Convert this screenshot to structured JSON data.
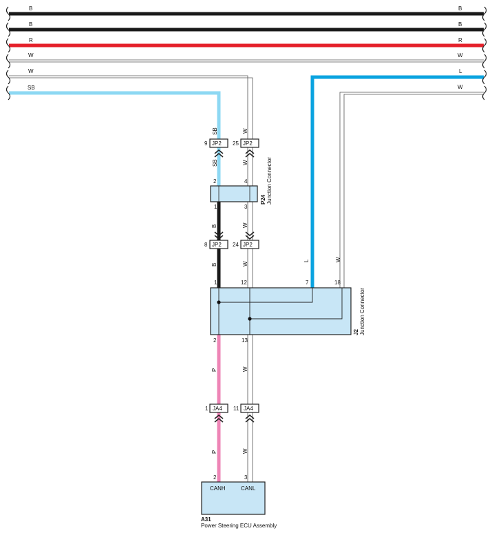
{
  "colors": {
    "B": "#1a1a1a",
    "R": "#e5202a",
    "W": "#ffffff",
    "SB": "#8dd8f3",
    "L": "#0aa3e0",
    "P": "#ee85b6",
    "box_fill": "#c8e6f6",
    "outline": "#222222"
  },
  "top_wires": [
    {
      "left_label": "B",
      "right_label": "B",
      "color": "B"
    },
    {
      "left_label": "B",
      "right_label": "B",
      "color": "B"
    },
    {
      "left_label": "R",
      "right_label": "R",
      "color": "R"
    },
    {
      "left_label": "W",
      "right_label": "W",
      "color": "W"
    },
    {
      "left_label": "W",
      "right_label": "L",
      "color": "W"
    },
    {
      "left_label": "SB",
      "right_label": "W",
      "color": "SB"
    }
  ],
  "wire_labels": {
    "sb_above_jp2": "SB",
    "w_above_jp2": "W",
    "sb_below_jp2": "SB",
    "w_below_jp2": "W",
    "b_above_jp2_lower": "B",
    "w_above_jp2_lower": "W",
    "b_below_jp2_lower": "B",
    "w_below_jp2_lower": "W",
    "l_to_j2": "L",
    "w_to_j2": "W",
    "p_above_ja4": "P",
    "w_above_ja4": "W",
    "p_below_ja4": "P",
    "w_below_ja4": "W"
  },
  "inline_connectors": {
    "jp2_upper_left": {
      "pin": "9",
      "name": "JP2"
    },
    "jp2_upper_right": {
      "pin": "25",
      "name": "JP2"
    },
    "jp2_lower_left": {
      "pin": "8",
      "name": "JP2"
    },
    "jp2_lower_right": {
      "pin": "24",
      "name": "JP2"
    },
    "ja4_left": {
      "pin": "1",
      "name": "JA4"
    },
    "ja4_right": {
      "pin": "11",
      "name": "JA4"
    }
  },
  "p24": {
    "code": "P24",
    "name": "Junction Connector",
    "pins": {
      "top_left": "2",
      "top_right": "4",
      "bottom_left": "1",
      "bottom_right": "3"
    }
  },
  "j2": {
    "code": "J2",
    "name": "Junction Connector",
    "pins": {
      "top_1": "1",
      "top_12": "12",
      "top_7": "7",
      "top_18": "18",
      "bottom_2": "2",
      "bottom_13": "13"
    }
  },
  "a31": {
    "code": "A31",
    "name": "Power Steering ECU Assembly",
    "pins": {
      "canh_pin": "2",
      "canl_pin": "3"
    },
    "terminals": {
      "canh": "CANH",
      "canl": "CANL"
    }
  }
}
